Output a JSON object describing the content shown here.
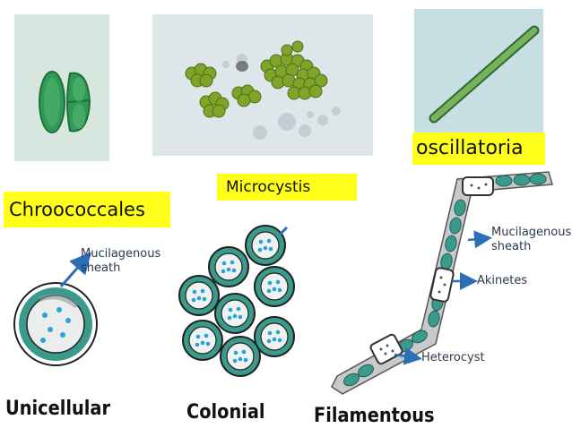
{
  "photo_labels": {
    "chroococcales": "Chroococcales",
    "microcystis": "Microcystis",
    "oscillatoria": "oscillatoria"
  },
  "annotations": {
    "unicellular_sheath_line1": "Mucilagenous",
    "unicellular_sheath_line2": "sheath",
    "filament_sheath_line1": "Mucilagenous",
    "filament_sheath_line2": "sheath",
    "akinetes": "Akinetes",
    "heterocyst": "Heterocyst"
  },
  "captions": {
    "unicellular": "Unicellular",
    "colonial": "Colonial",
    "filamentous": "Filamentous"
  },
  "colors": {
    "label_highlight": "#ffff1a",
    "cell_teal": "#3a9a8c",
    "arrow_blue": "#2a6fb8",
    "filament_gray": "#8b8f92"
  }
}
